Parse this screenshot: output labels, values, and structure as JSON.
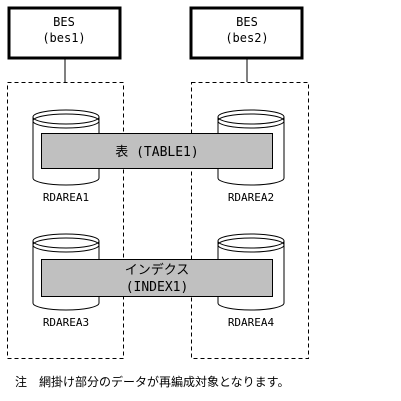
{
  "servers": [
    {
      "name": "BES",
      "id": "(bes1)"
    },
    {
      "name": "BES",
      "id": "(bes2)"
    }
  ],
  "rdareas": [
    "RDAREA1",
    "RDAREA2",
    "RDAREA3",
    "RDAREA4"
  ],
  "table_band": {
    "label": "表 (TABLE1)"
  },
  "index_band": {
    "label_line1": "インデクス",
    "label_line2": "(INDEX1)"
  },
  "note": "注　網掛け部分のデータが再編成対象となります。",
  "colors": {
    "band_fill": "#c0c0c0",
    "line": "#000000",
    "background": "#ffffff"
  }
}
